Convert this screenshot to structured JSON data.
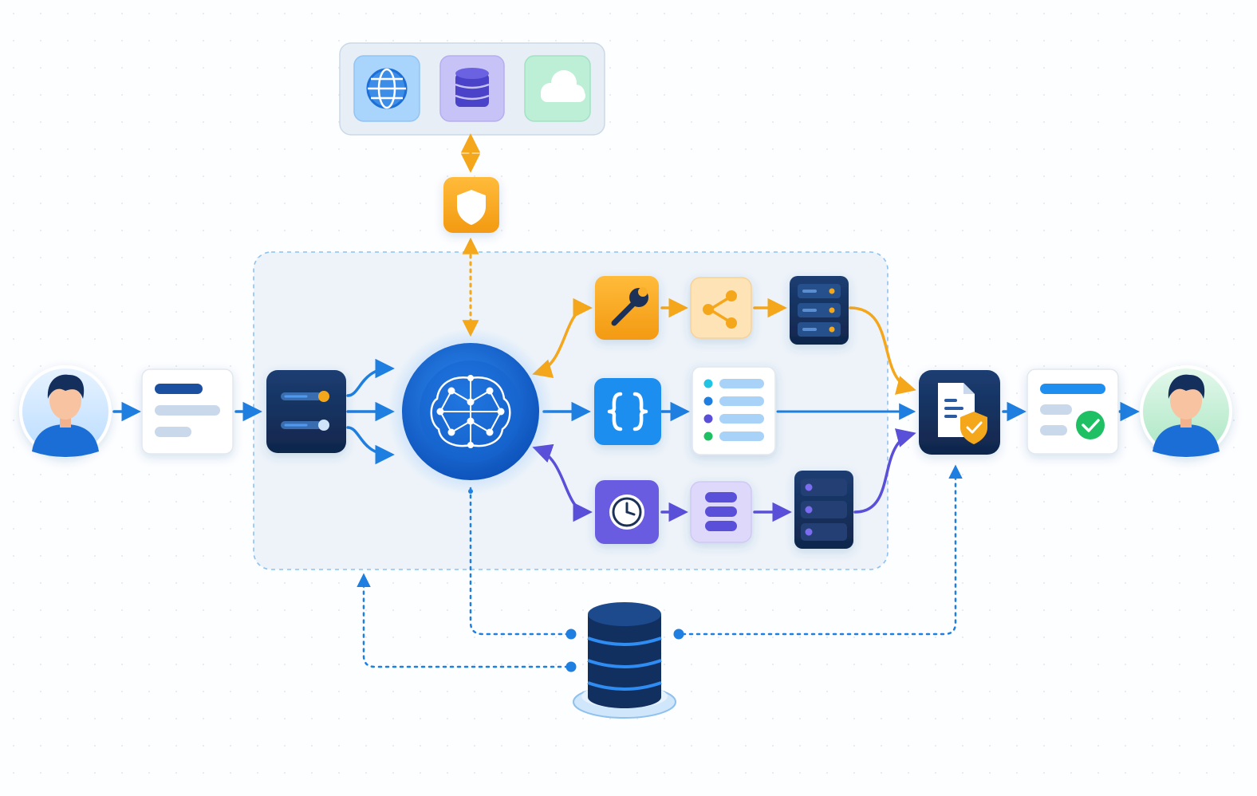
{
  "diagram": {
    "colors": {
      "blue": "#1e7fe0",
      "orange": "#f5a71b",
      "purple": "#5a4fd8",
      "navy": "#142f5c",
      "green": "#1fbf63",
      "panel": "#edf3f9"
    },
    "nodes": [
      {
        "name": "user-input-avatar",
        "icon": "user-icon"
      },
      {
        "name": "request-card",
        "icon": "text-lines-icon"
      },
      {
        "name": "router-node",
        "icon": "toggle-switch-icon"
      },
      {
        "name": "ai-brain-node",
        "icon": "neural-network-icon"
      },
      {
        "name": "tool-node",
        "icon": "wrench-icon"
      },
      {
        "name": "share-node",
        "icon": "share-icon"
      },
      {
        "name": "server-node-orange",
        "icon": "server-icon"
      },
      {
        "name": "code-node",
        "icon": "curly-braces-icon"
      },
      {
        "name": "list-node",
        "icon": "list-icon"
      },
      {
        "name": "schedule-node",
        "icon": "clock-icon"
      },
      {
        "name": "queue-node",
        "icon": "stack-icon"
      },
      {
        "name": "server-node-purple",
        "icon": "server-icon"
      },
      {
        "name": "security-shield-node",
        "icon": "shield-icon"
      },
      {
        "name": "web-source",
        "icon": "globe-icon"
      },
      {
        "name": "database-source",
        "icon": "database-icon"
      },
      {
        "name": "cloud-source",
        "icon": "cloud-icon"
      },
      {
        "name": "verified-document-node",
        "icon": "document-shield-icon"
      },
      {
        "name": "response-card",
        "icon": "check-circle-icon"
      },
      {
        "name": "user-output-avatar",
        "icon": "user-icon"
      },
      {
        "name": "memory-database",
        "icon": "database-icon"
      }
    ]
  }
}
